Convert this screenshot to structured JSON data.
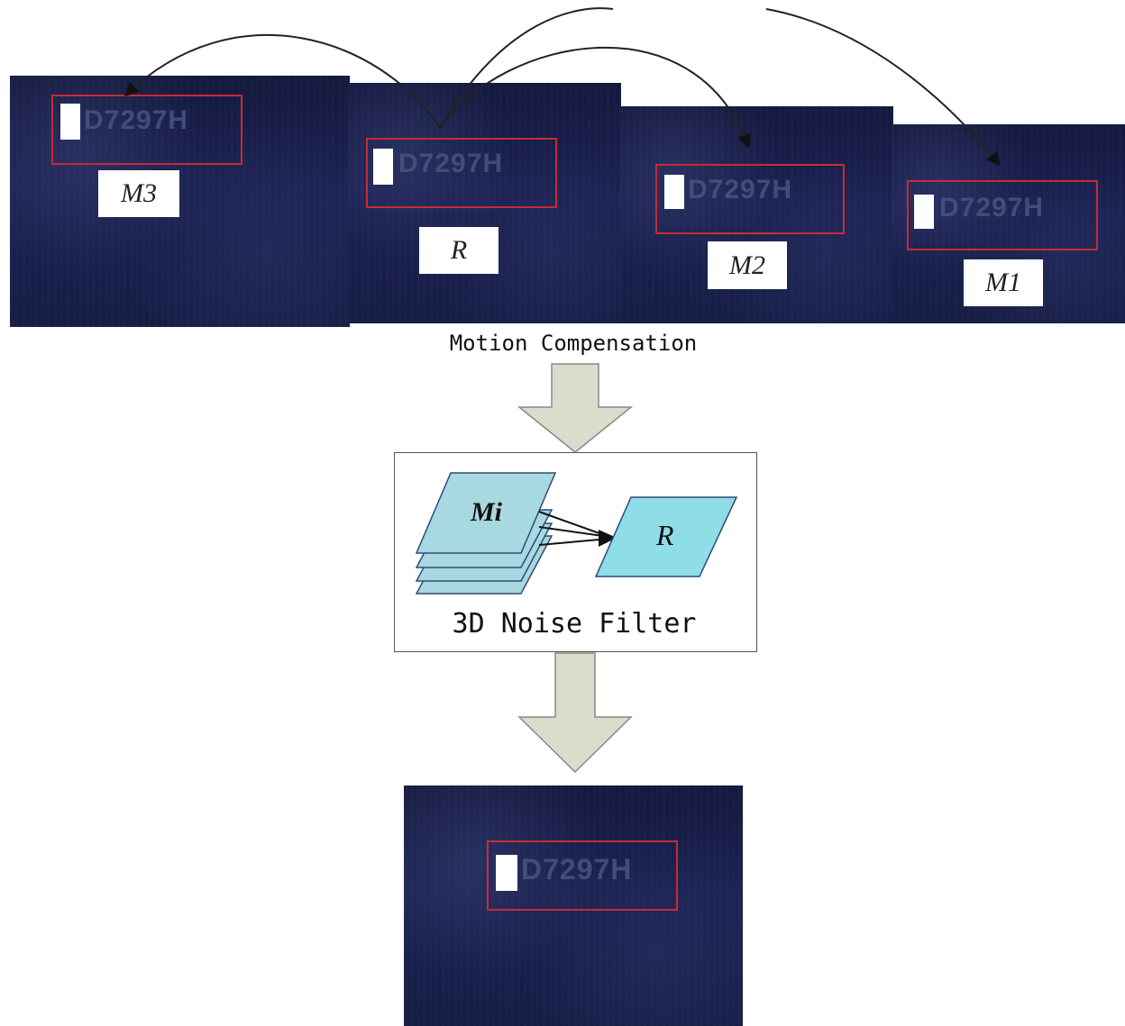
{
  "frames": {
    "m3": {
      "label": "M3",
      "plate_text": "D7297H"
    },
    "r": {
      "label": "R",
      "plate_text": "D7297H"
    },
    "m2": {
      "label": "M2",
      "plate_text": "D7297H"
    },
    "m1": {
      "label": "M1",
      "plate_text": "D7297H"
    }
  },
  "motion_compensation": {
    "label": "Motion Compensation"
  },
  "noise_filter": {
    "label": "3D Noise Filter",
    "stack_label": "Mi",
    "target_label": "R"
  },
  "result_frame": {
    "plate_text": "D7297H"
  },
  "colors": {
    "plate_box": "#c92a35",
    "flow_arrow_fill": "#dcdccc",
    "frame_stack_fill": "#a8d8e0",
    "target_fill": "#8fdde6"
  }
}
